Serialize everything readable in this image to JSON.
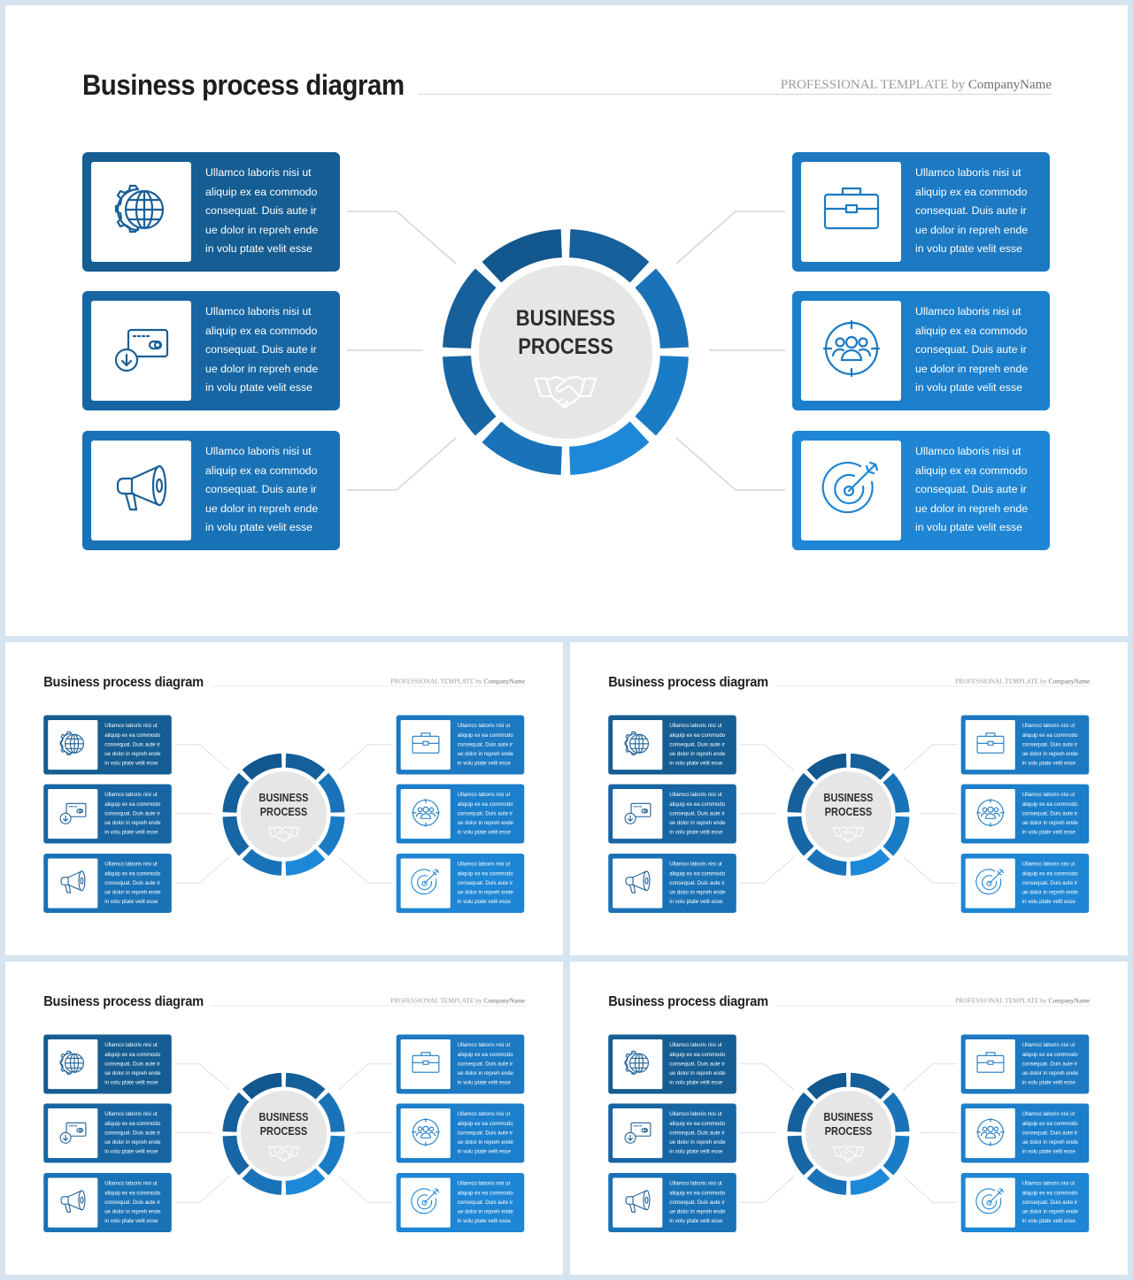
{
  "slide": {
    "title": "Business process diagram",
    "tagline_prefix": "PROFESSIONAL TEMPLATE by",
    "tagline_company": "CompanyName",
    "center_line1": "BUSINESS",
    "center_line2": "PROCESS",
    "cards": [
      {
        "side": "left",
        "icon": "globe-gear-icon",
        "color": "#155d92",
        "text": "Ullamco laboris nisi ut aliquip ex ea commodo consequat. Duis aute ir ue dolor in repreh ende in volu ptate velit esse"
      },
      {
        "side": "left",
        "icon": "payment-card-icon",
        "color": "#1766a3",
        "text": "Ullamco laboris nisi ut aliquip ex ea commodo consequat. Duis aute ir ue dolor in repreh ende in volu ptate velit esse"
      },
      {
        "side": "left",
        "icon": "megaphone-icon",
        "color": "#1a72b6",
        "text": "Ullamco laboris nisi ut aliquip ex ea commodo consequat. Duis aute ir ue dolor in repreh ende in volu ptate velit esse"
      },
      {
        "side": "right",
        "icon": "briefcase-icon",
        "color": "#1c79c2",
        "text": "Ullamco laboris nisi ut aliquip ex ea commodo consequat. Duis aute ir ue dolor in repreh ende in volu ptate velit esse"
      },
      {
        "side": "right",
        "icon": "team-target-icon",
        "color": "#1c7fcb",
        "text": "Ullamco laboris nisi ut aliquip ex ea commodo consequat. Duis aute ir ue dolor in repreh ende in volu ptate velit esse"
      },
      {
        "side": "right",
        "icon": "target-arrow-icon",
        "color": "#1e86d4",
        "text": "Ullamco laboris nisi ut aliquip ex ea commodo consequat. Duis aute ir ue dolor in repreh ende in volu ptate velit esse"
      }
    ]
  },
  "colors": {
    "ring_segments": [
      "#15609a",
      "#1a73b8",
      "#1b7cc6",
      "#1e88d8",
      "#1a73b8",
      "#1766a6",
      "#15609a",
      "#12578e"
    ],
    "inner_circle": "#e6e6e6",
    "connector": "#d3d8dc"
  }
}
